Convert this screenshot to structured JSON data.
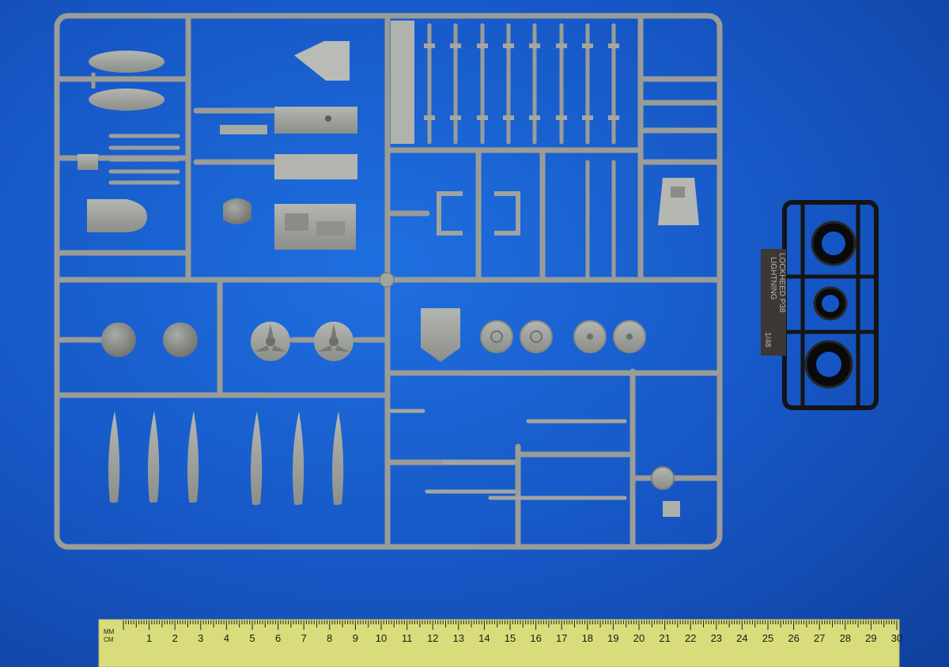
{
  "photo": {
    "subject": "Plastic model kit sprue with grey parts, black tire sprue and measuring ruler on blue background"
  },
  "tire_sprue": {
    "label_line1": "LOCKHEED P38",
    "label_line2": "LIGHTNING",
    "scale": "1/48"
  },
  "ruler": {
    "unit_mm": "MM",
    "unit_cm": "CM",
    "numbers": [
      "1",
      "2",
      "3",
      "4",
      "5",
      "6",
      "7",
      "8",
      "9",
      "10",
      "11",
      "12",
      "13",
      "14",
      "15",
      "16",
      "17",
      "18",
      "19",
      "20",
      "21",
      "22",
      "23",
      "24",
      "25",
      "26",
      "27",
      "28",
      "29",
      "30"
    ]
  },
  "colors": {
    "background": "#1656c4",
    "sprue_grey": "#9a9c98",
    "ruler_yellow": "#d9dc7a",
    "tire_black": "#141414"
  }
}
